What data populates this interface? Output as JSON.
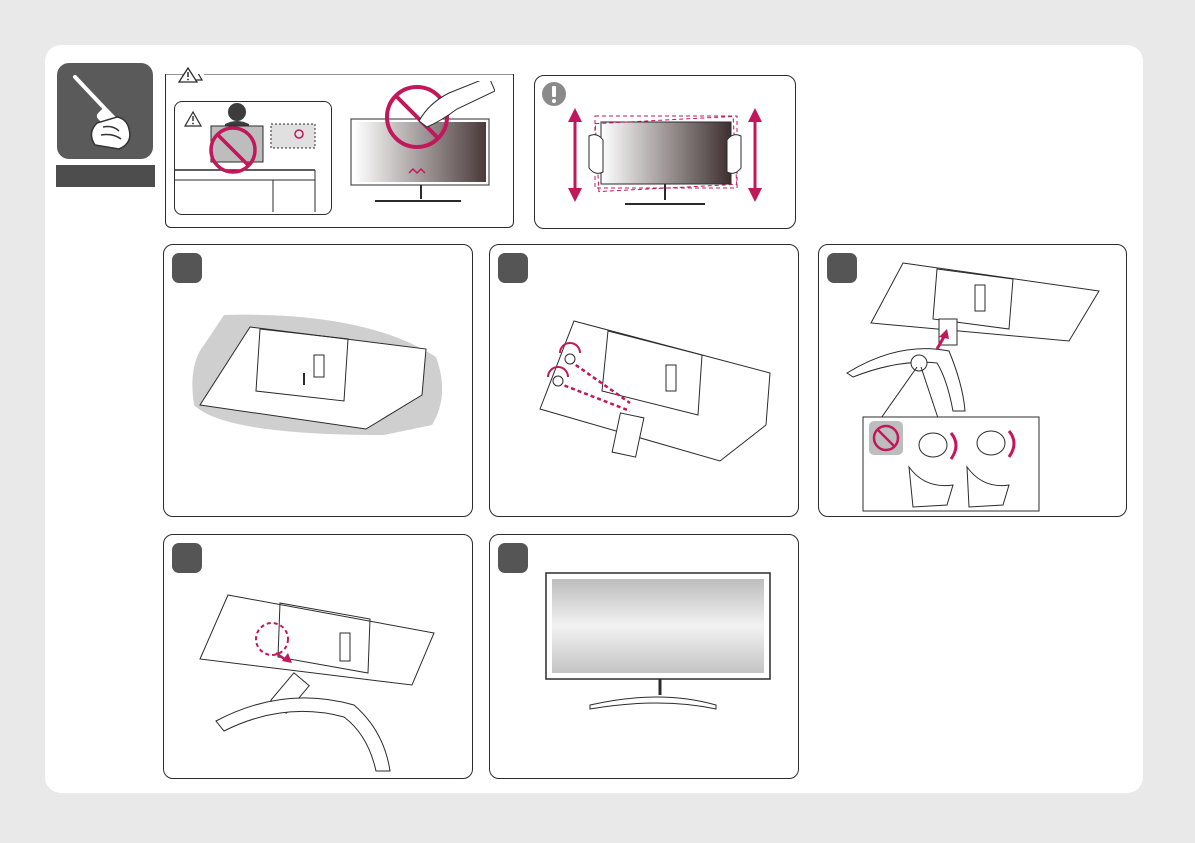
{
  "page": {
    "background": "#e9e9e9",
    "sheet_color": "#ffffff",
    "accent": "#c2185b",
    "step_badge_color": "#555555"
  },
  "sidebar": {
    "tool_icon": "screwdriver-hand-icon"
  },
  "caution_panel": {
    "icon": "warning-triangle-icon",
    "prohibited_icons": [
      "do-not-press-screen-icon",
      "do-not-touch-screen-icon"
    ]
  },
  "notice_panel": {
    "icon": "exclamation-icon",
    "illustration": "hold-monitor-frame-both-sides"
  },
  "steps": [
    {
      "illustration": "monitor-face-down-on-cushion"
    },
    {
      "illustration": "attach-stand-body-screws"
    },
    {
      "illustration": "attach-stand-base-and-tighten"
    },
    {
      "illustration": "insert-stand-into-monitor"
    },
    {
      "illustration": "assembled-monitor-front"
    }
  ]
}
